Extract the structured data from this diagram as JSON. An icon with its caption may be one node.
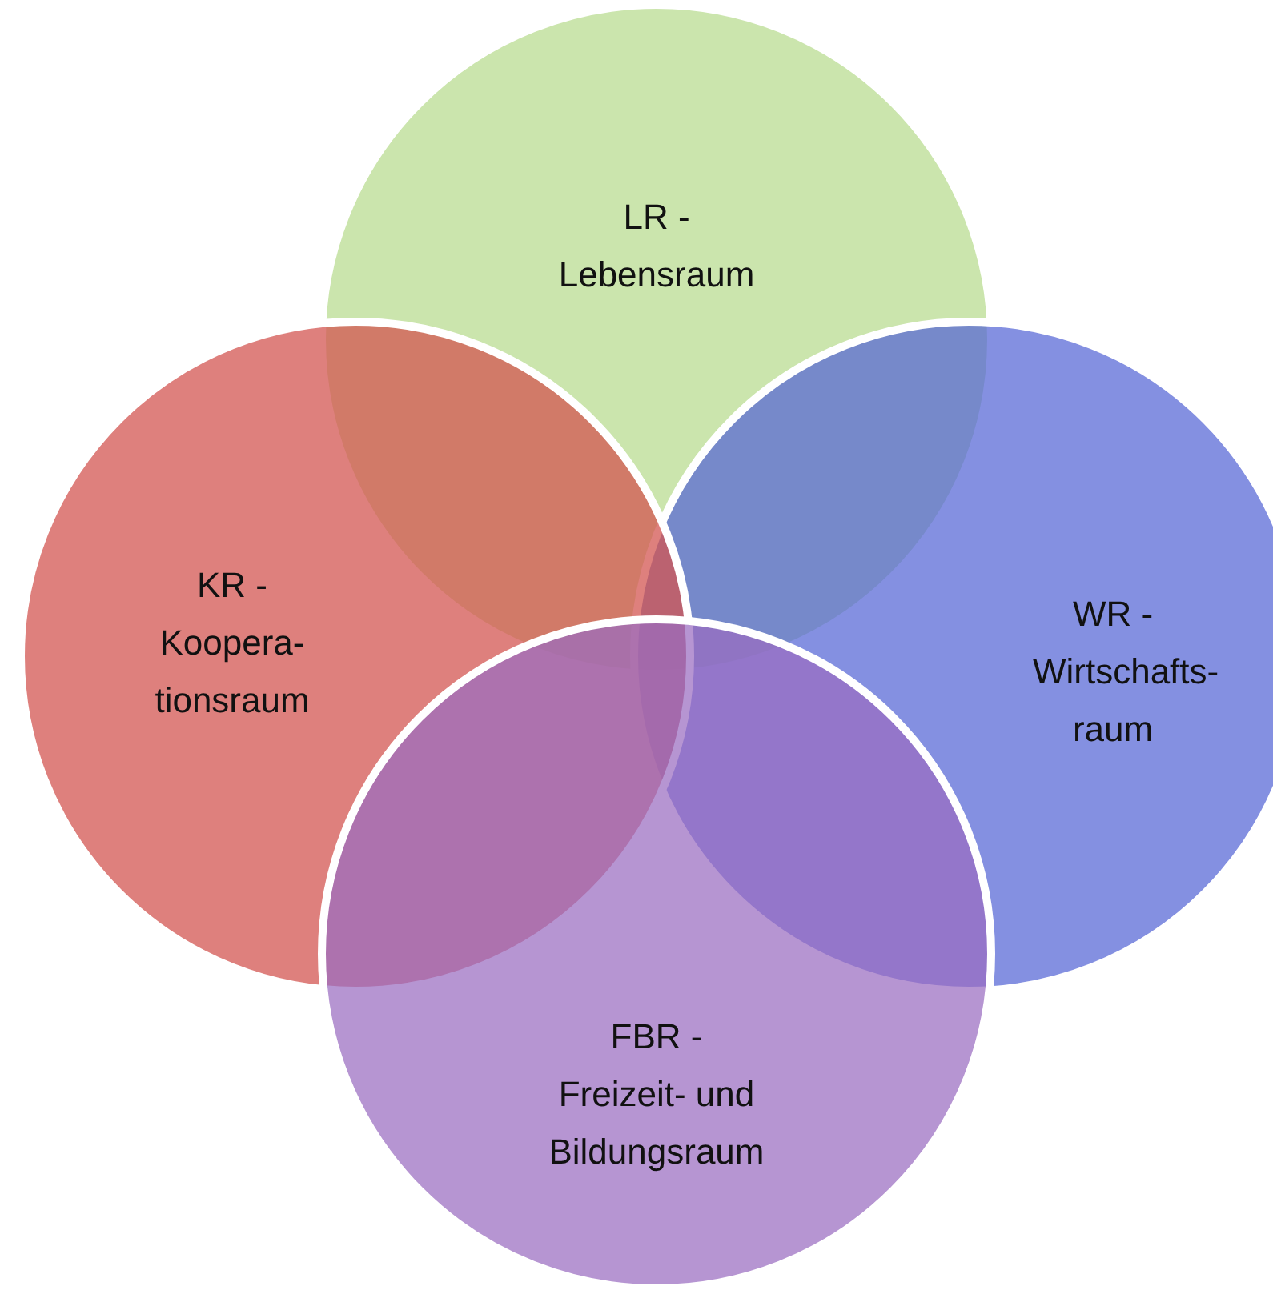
{
  "diagram": {
    "nodes": [
      {
        "text": [
          "LR -",
          "Lebensraum"
        ]
      },
      {
        "text": [
          "WR -",
          "Wirtschafts- raum"
        ]
      },
      {
        "text": [
          "KR -",
          "Koopera- tionsraum"
        ]
      },
      {
        "text": [
          "FBR -",
          "Freizeit- und Bildungsraum"
        ]
      }
    ]
  }
}
